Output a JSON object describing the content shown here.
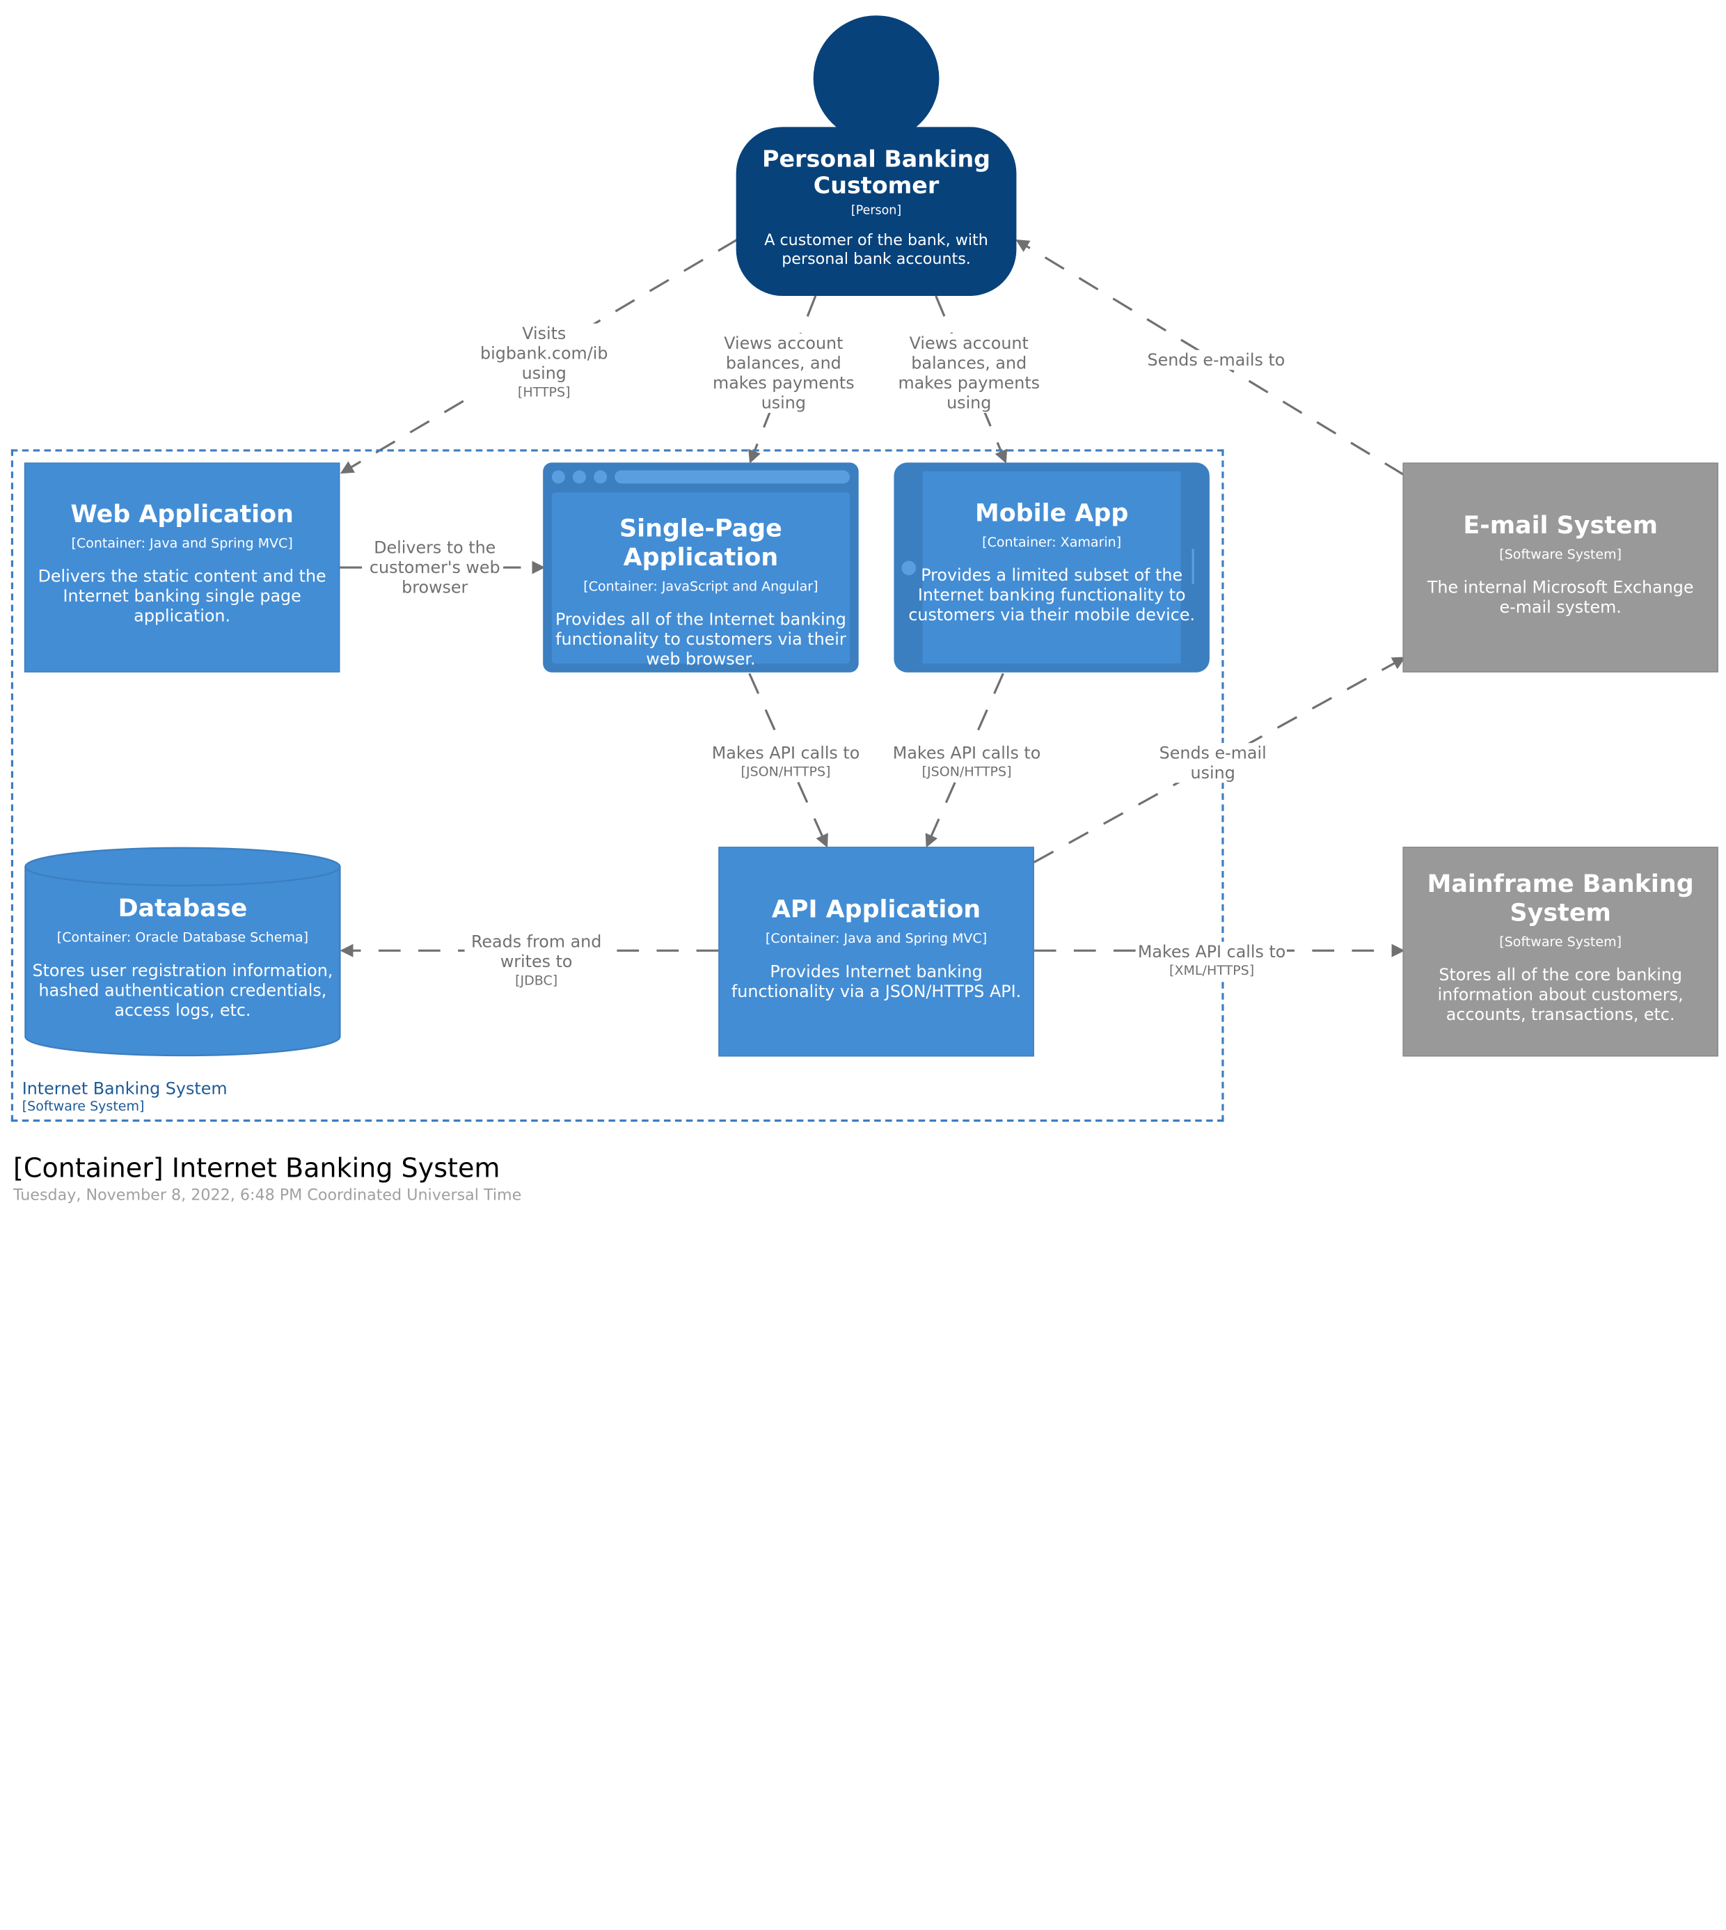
{
  "colors": {
    "person": "#08427b",
    "container": "#438dd5",
    "container_dark": "#3c7fc0",
    "external_system": "#999999",
    "boundary": "#3e7cc0",
    "arrow": "#707070"
  },
  "person": {
    "title_line1": "Personal Banking",
    "title_line2": "Customer",
    "type": "[Person]",
    "desc_line1": "A customer of the bank, with",
    "desc_line2": "personal bank accounts."
  },
  "web_app": {
    "title": "Web Application",
    "type": "[Container: Java and Spring MVC]",
    "desc_line1": "Delivers the static content and the",
    "desc_line2": "Internet banking single page",
    "desc_line3": "application."
  },
  "spa": {
    "title": "Single-Page Application",
    "type": "[Container: JavaScript and Angular]",
    "desc_line1": "Provides all of the Internet banking",
    "desc_line2": "functionality to customers via their",
    "desc_line3": "web browser."
  },
  "mobile_app": {
    "title": "Mobile App",
    "type": "[Container: Xamarin]",
    "desc_line1": "Provides a limited subset of the",
    "desc_line2": "Internet banking functionality to",
    "desc_line3": "customers via their mobile device."
  },
  "database": {
    "title": "Database",
    "type": "[Container: Oracle Database Schema]",
    "desc_line1": "Stores user registration information,",
    "desc_line2": "hashed authentication credentials,",
    "desc_line3": "access logs, etc."
  },
  "api_app": {
    "title": "API Application",
    "type": "[Container: Java and Spring MVC]",
    "desc_line1": "Provides Internet banking",
    "desc_line2": "functionality via a JSON/HTTPS API."
  },
  "email_system": {
    "title": "E-mail System",
    "type": "[Software System]",
    "desc_line1": "The internal Microsoft Exchange",
    "desc_line2": "e-mail system."
  },
  "mainframe": {
    "title_line1": "Mainframe Banking",
    "title_line2": "System",
    "type": "[Software System]",
    "desc_line1": "Stores all of the core banking",
    "desc_line2": "information about customers,",
    "desc_line3": "accounts, transactions, etc."
  },
  "boundary": {
    "name": "Internet Banking System",
    "type": "[Software System]"
  },
  "edges": {
    "visits": {
      "line1": "Visits",
      "line2": "bigbank.com/ib",
      "line3": "using",
      "proto": "[HTTPS]"
    },
    "views_spa": {
      "line1": "Views account",
      "line2": "balances, and",
      "line3": "makes payments",
      "line4": "using"
    },
    "views_mobile": {
      "line1": "Views account",
      "line2": "balances, and",
      "line3": "makes payments",
      "line4": "using"
    },
    "sends_emails_to": {
      "line1": "Sends e-mails to"
    },
    "delivers": {
      "line1": "Delivers to the",
      "line2": "customer's web",
      "line3": "browser"
    },
    "spa_api": {
      "line1": "Makes API calls to",
      "proto": "[JSON/HTTPS]"
    },
    "mobile_api": {
      "line1": "Makes API calls to",
      "proto": "[JSON/HTTPS]"
    },
    "sends_email_using": {
      "line1": "Sends e-mail",
      "line2": "using"
    },
    "reads_writes": {
      "line1": "Reads from and",
      "line2": "writes to",
      "proto": "[JDBC]"
    },
    "mainframe_calls": {
      "line1": "Makes API calls to",
      "proto": "[XML/HTTPS]"
    }
  },
  "footer": {
    "title": "[Container] Internet Banking System",
    "date": "Tuesday, November 8, 2022, 6:48 PM Coordinated Universal Time"
  }
}
